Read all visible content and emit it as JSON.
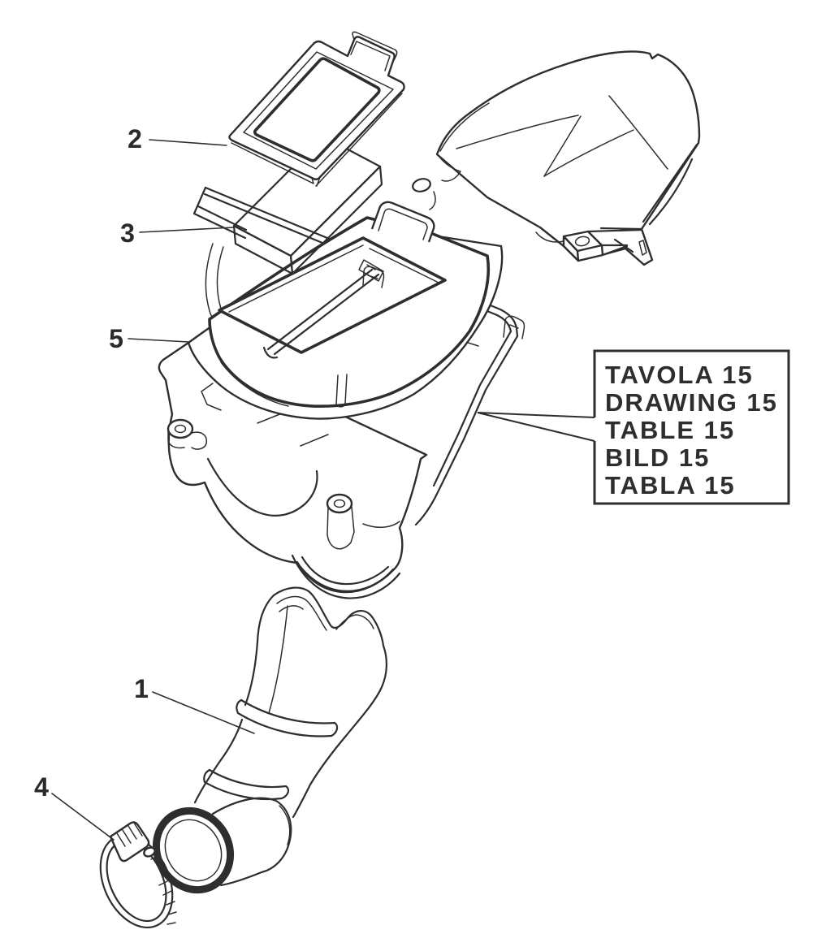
{
  "plate": {
    "lines": [
      "TAVOLA 15",
      "DRAWING 15",
      "TABLE 15",
      "BILD 15",
      "TABLA 15"
    ]
  },
  "callouts": [
    {
      "label": "1"
    },
    {
      "label": "2"
    },
    {
      "label": "3"
    },
    {
      "label": "4"
    },
    {
      "label": "5"
    }
  ],
  "colors": {
    "background": "#ffffff",
    "line": "#2e2e2e",
    "plate_border": "#2e2e2e",
    "filter_fill": "#e4e8ed",
    "filter_dot": "#c3cbd8"
  }
}
